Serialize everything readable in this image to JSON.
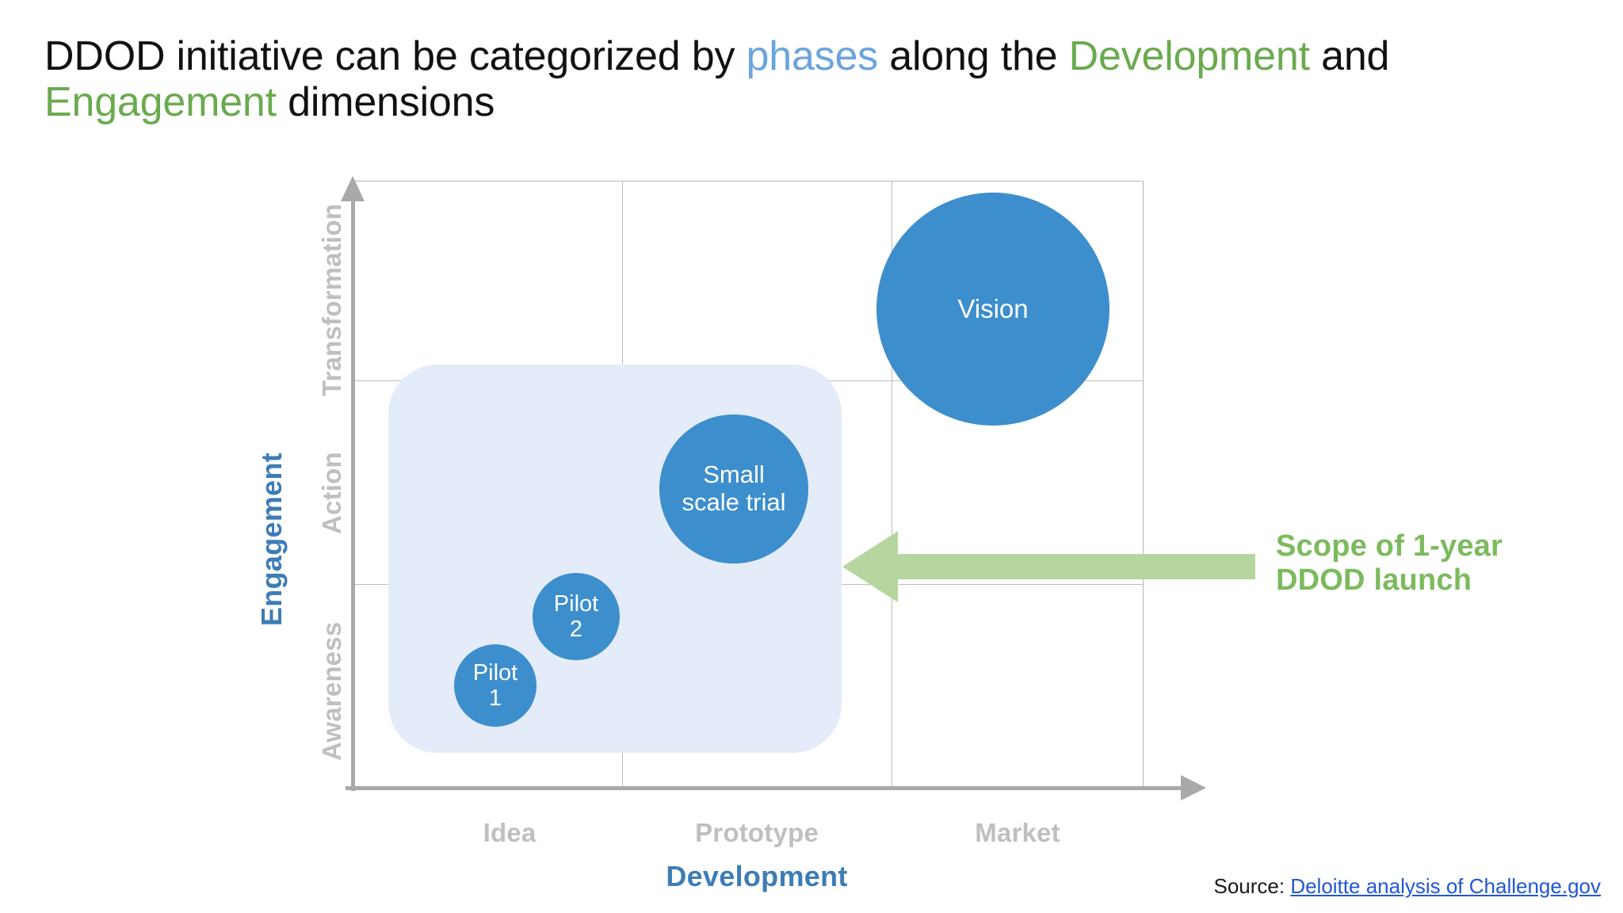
{
  "title": {
    "segments": [
      {
        "text": "DDOD initiative can be categorized by ",
        "color": "#111111"
      },
      {
        "text": "phases",
        "color": "#6ba4dd"
      },
      {
        "text": " along the ",
        "color": "#111111"
      },
      {
        "text": "Development",
        "color": "#6aaa4f"
      },
      {
        "text": " and ",
        "color": "#111111"
      },
      {
        "text": "Engagement",
        "color": "#6aaa4f"
      },
      {
        "text": " dimensions",
        "color": "#111111"
      }
    ],
    "part1": "DDOD initiative can be categorized by ",
    "phases": "phases",
    "part2": " along the ",
    "development": "Development",
    "part3": " and ",
    "engagement": "Engagement",
    "part4": " dimensions"
  },
  "chart_data": {
    "type": "scatter",
    "title": "DDOD initiative phases along Development and Engagement dimensions",
    "xlabel": "Development",
    "ylabel": "Engagement",
    "x_categories": [
      "Idea",
      "Prototype",
      "Market"
    ],
    "y_categories": [
      "Awareness",
      "Action",
      "Transformation"
    ],
    "grid": true,
    "legend": "none",
    "points": [
      {
        "label": "Pilot 1",
        "label_lines": [
          "Pilot",
          "1"
        ],
        "x_category": "Idea",
        "y_category": "Awareness",
        "x": 0.4,
        "y": 0.35,
        "size": 104,
        "color": "#3d8ecc"
      },
      {
        "label": "Pilot 2",
        "label_lines": [
          "Pilot",
          "2"
        ],
        "x_category": "Idea",
        "y_category": "Awareness",
        "x": 0.8,
        "y": 0.75,
        "size": 110,
        "color": "#3d8ecc"
      },
      {
        "label": "Small scale trial",
        "label_lines": [
          "Small",
          "scale trial"
        ],
        "x_category": "Prototype",
        "y_category": "Action",
        "x": 1.5,
        "y": 1.5,
        "size": 188,
        "color": "#3d8ecc"
      },
      {
        "label": "Vision",
        "label_lines": [
          "Vision"
        ],
        "x_category": "Market",
        "y_category": "Transformation",
        "x": 2.45,
        "y": 2.55,
        "size": 294,
        "color": "#3d8ecc"
      }
    ],
    "highlight_region": {
      "label": "Scope of 1-year DDOD launch",
      "covers_x": [
        "Idea",
        "Prototype"
      ],
      "covers_y": [
        "Awareness",
        "Action"
      ],
      "color": "#e3ecf8"
    }
  },
  "axes": {
    "y_title": "Engagement",
    "y_title_color": "#3d7cb5",
    "y_ticks": [
      "Awareness",
      "Action",
      "Transformation"
    ],
    "y_tick_color": "#bfbfbf",
    "x_title": "Development",
    "x_title_color": "#3d7cb5",
    "x_ticks": [
      "Idea",
      "Prototype",
      "Market"
    ],
    "x_tick_color": "#bfbfbf"
  },
  "bubbles": {
    "vision": {
      "label": "Vision"
    },
    "small_scale_trial": {
      "line1": "Small",
      "line2": "scale trial"
    },
    "pilot_2": {
      "line1": "Pilot",
      "line2": "2"
    },
    "pilot_1": {
      "line1": "Pilot",
      "line2": "1"
    }
  },
  "annotation": {
    "line1": "Scope of 1-year",
    "line2": "DDOD launch",
    "color": "#7cba5e",
    "arrow_color": "#b6d6a0"
  },
  "source": {
    "prefix": "Source: ",
    "link_text": "Deloitte analysis of Challenge.gov",
    "link_color": "#2157d6"
  },
  "colors": {
    "bubble": "#3d8ecc",
    "highlight_region": "#e3ecf8",
    "grid": "#bdbdbd",
    "axis": "#a9a9a9",
    "accent_blue": "#3d7cb5",
    "accent_green": "#6aaa4f",
    "title_blue": "#6ba4dd"
  }
}
